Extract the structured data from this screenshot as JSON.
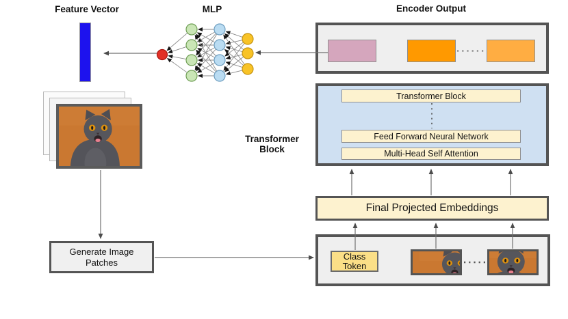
{
  "titles": {
    "feature_vector": "Feature Vector",
    "mlp": "MLP",
    "encoder_output": "Encoder Output",
    "transformer_block_side": "Transformer\nBlock"
  },
  "transformer_block": {
    "layers": [
      "Transformer Block",
      "Feed Forward Neural Network",
      "Multi-Head Self Attention"
    ]
  },
  "embeddings_bar": {
    "label": "Final Projected Embeddings"
  },
  "patches_box": {
    "class_token": "Class\nToken"
  },
  "generate_patches": {
    "label": "Generate Image\nPatches"
  },
  "icons": [
    "feature-vector-bar",
    "mlp-network-icon",
    "cat-photo-stack",
    "cat-image",
    "encoder-class-embedding-chip",
    "encoder-patch-embedding-chip",
    "cat-patch-image",
    "dotted-ellipsis",
    "arrow-connector"
  ],
  "colors": {
    "feature_vector_blue": "#1d12ee",
    "mlp_input_red": "#e23026",
    "mlp_green": "#cae6b6",
    "mlp_blue": "#badcf2",
    "mlp_yellow": "#f8c327",
    "encoder_pink_chip": "#d5a6bd",
    "encoder_orange_chip": "#ff9900",
    "encoder_light_orange_chip": "#ffad42",
    "transformer_box_fill": "#cfe0f2",
    "layer_box_fill": "#fdf2cf",
    "class_token_fill": "#fbdf87",
    "container_fill": "#efefef",
    "container_border": "#545454",
    "cat_background_orange": "#ca7831",
    "cat_gray": "#56565c"
  }
}
